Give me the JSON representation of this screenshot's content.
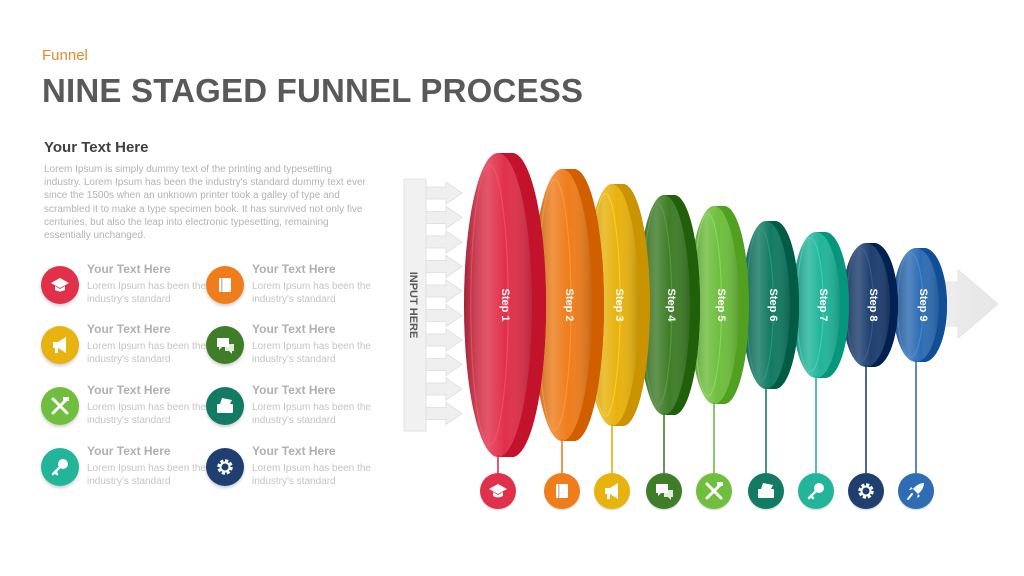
{
  "header": {
    "eyebrow": "Funnel",
    "title": "NINE STAGED FUNNEL PROCESS"
  },
  "intro": {
    "heading": "Your  Text Here",
    "body": "Lorem Ipsum is simply dummy text of the printing and typesetting industry. Lorem Ipsum has been the industry's standard dummy text ever since the 1500s when an unknown printer took a galley of type and scrambled it to make a type specimen book. It has survived not only five centuries, but also the leap into electronic typesetting, remaining essentially unchanged."
  },
  "items": [
    {
      "heading": "Your Text Here",
      "body": "Lorem Ipsum has been the industry's standard",
      "icon": "graduation-cap-icon",
      "color": "#e0304a"
    },
    {
      "heading": "Your Text Here",
      "body": "Lorem Ipsum has been the industry's standard",
      "icon": "book-icon",
      "color": "#ef7d1c"
    },
    {
      "heading": "Your Text Here",
      "body": "Lorem Ipsum has been the industry's standard",
      "icon": "megaphone-icon",
      "color": "#e8b20f"
    },
    {
      "heading": "Your Text Here",
      "body": "Lorem Ipsum has been the industry's standard",
      "icon": "chat-bubbles-icon",
      "color": "#3f7d28"
    },
    {
      "heading": "Your Text Here",
      "body": "Lorem Ipsum has been the industry's standard",
      "icon": "tools-icon",
      "color": "#6fbe3e"
    },
    {
      "heading": "Your Text Here",
      "body": "Lorem Ipsum has been the industry's standard",
      "icon": "cash-register-icon",
      "color": "#137a63"
    },
    {
      "heading": "Your Text Here",
      "body": "Lorem Ipsum has been the industry's standard",
      "icon": "key-icon",
      "color": "#22b59a"
    },
    {
      "heading": "Your Text Here",
      "body": "Lorem Ipsum has been the industry's standard",
      "icon": "gear-icon",
      "color": "#1e3f70"
    }
  ],
  "funnel": {
    "input_label": "INPUT HERE",
    "steps": [
      {
        "label": "Step 1",
        "color": "#e0304a",
        "icon": "graduation-cap-icon"
      },
      {
        "label": "Step 2",
        "color": "#ef7d1c",
        "icon": "book-icon"
      },
      {
        "label": "Step 3",
        "color": "#e8b20f",
        "icon": "megaphone-icon"
      },
      {
        "label": "Step 4",
        "color": "#3f7d28",
        "icon": "chat-bubbles-icon"
      },
      {
        "label": "Step 5",
        "color": "#6fbe3e",
        "icon": "tools-icon"
      },
      {
        "label": "Step 6",
        "color": "#137a63",
        "icon": "cash-register-icon"
      },
      {
        "label": "Step 7",
        "color": "#22b59a",
        "icon": "key-icon"
      },
      {
        "label": "Step 8",
        "color": "#1e3f70",
        "icon": "gear-icon"
      },
      {
        "label": "Step 9",
        "color": "#2e6db4",
        "icon": "rocket-icon"
      }
    ]
  }
}
